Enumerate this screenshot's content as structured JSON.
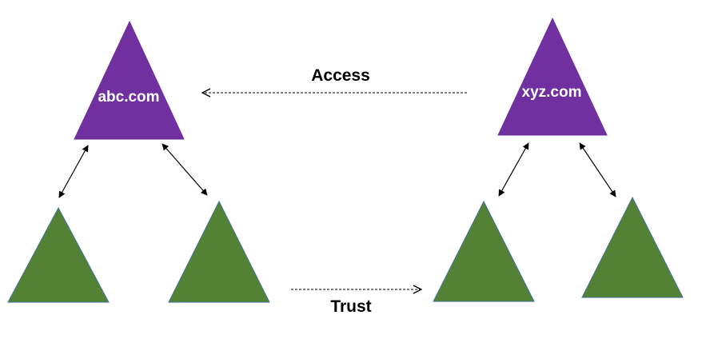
{
  "colors": {
    "root_domain": "#7030A0",
    "child_domain": "#548235",
    "child_domain_border": "#41719C",
    "line": "#000000",
    "label_on_triangle": "#ffffff",
    "background": "#ffffff"
  },
  "forests": [
    {
      "root_label": "abc.com",
      "children": [
        "",
        ""
      ]
    },
    {
      "root_label": "xyz.com",
      "children": [
        "",
        ""
      ]
    }
  ],
  "relationships": {
    "access_label": "Access",
    "access_direction": "right-to-left",
    "access_line_style": "dashed",
    "trust_label": "Trust",
    "trust_direction": "left-to-right",
    "trust_line_style": "dashed",
    "parent_child_links": "bidirectional"
  }
}
